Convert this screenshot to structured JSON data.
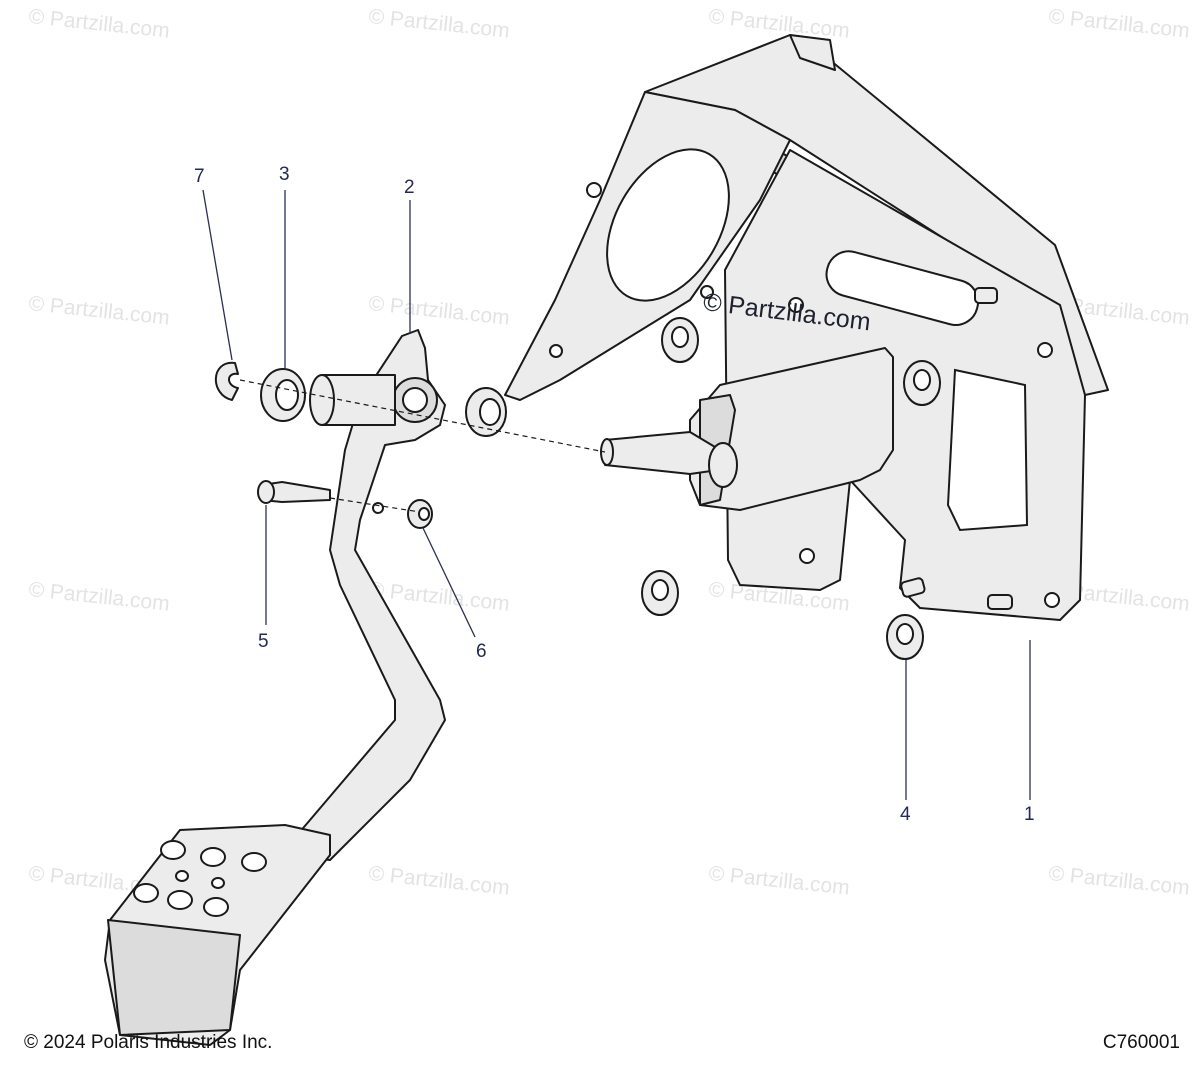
{
  "watermark": {
    "text": "© Partzilla.com",
    "center_text": "© Partzilla.com"
  },
  "callouts": [
    {
      "id": "1",
      "label": "1"
    },
    {
      "id": "2",
      "label": "2"
    },
    {
      "id": "3",
      "label": "3"
    },
    {
      "id": "4",
      "label": "4"
    },
    {
      "id": "5",
      "label": "5"
    },
    {
      "id": "6",
      "label": "6"
    },
    {
      "id": "7",
      "label": "7"
    }
  ],
  "footer": {
    "copyright": "© 2024 Polaris Industries Inc.",
    "diagram_code": "C760001"
  }
}
